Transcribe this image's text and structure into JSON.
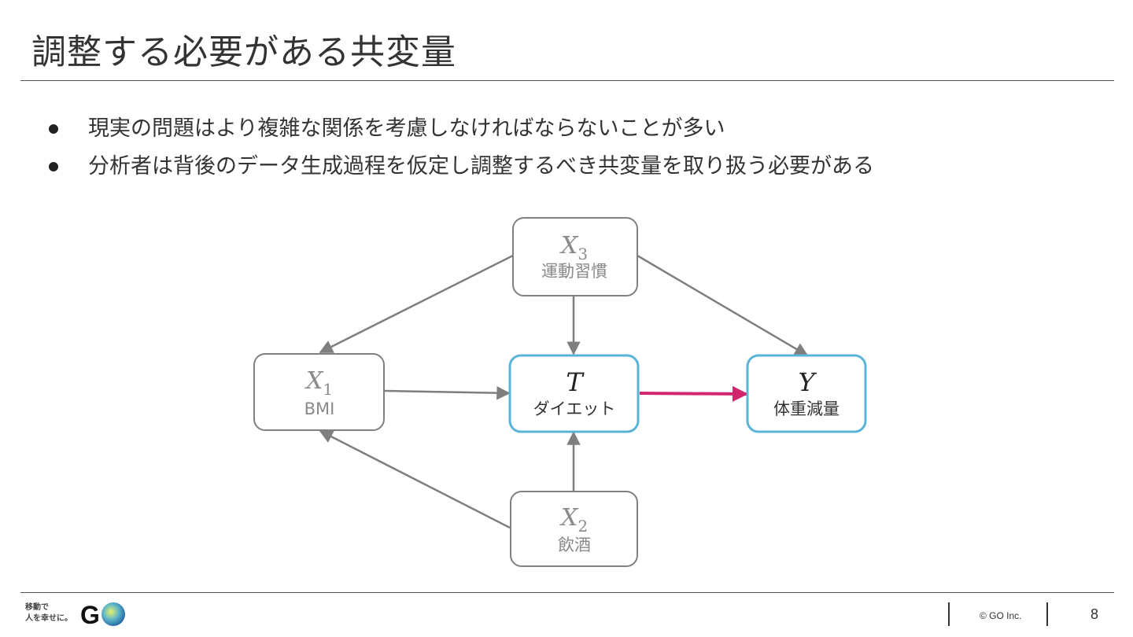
{
  "slide": {
    "title": "調整する必要がある共変量",
    "bullets": [
      "現実の問題はより複雑な関係を考慮しなければならないことが多い",
      "分析者は背後のデータ生成過程を仮定し調整するべき共変量を取り扱う必要がある"
    ]
  },
  "diagram": {
    "nodes": {
      "x3": {
        "var": "X",
        "sub": "3",
        "label": "運動習慣"
      },
      "x1": {
        "var": "X",
        "sub": "1",
        "label": "BMI"
      },
      "t": {
        "var": "T",
        "sub": "",
        "label": "ダイエット"
      },
      "y": {
        "var": "Y",
        "sub": "",
        "label": "体重減量"
      },
      "x2": {
        "var": "X",
        "sub": "2",
        "label": "飲酒"
      }
    },
    "colors": {
      "covariate_border": "#808080",
      "covariate_text": "#8a8a8a",
      "highlight_border": "#5ab4d8",
      "arrow_gray": "#7f7f7f",
      "arrow_causal": "#d1266e"
    }
  },
  "footer": {
    "tagline_line1": "移動で",
    "tagline_line2": "人を幸せに。",
    "logo_text": "GO",
    "copyright": "© GO Inc.",
    "page_number": "8"
  }
}
